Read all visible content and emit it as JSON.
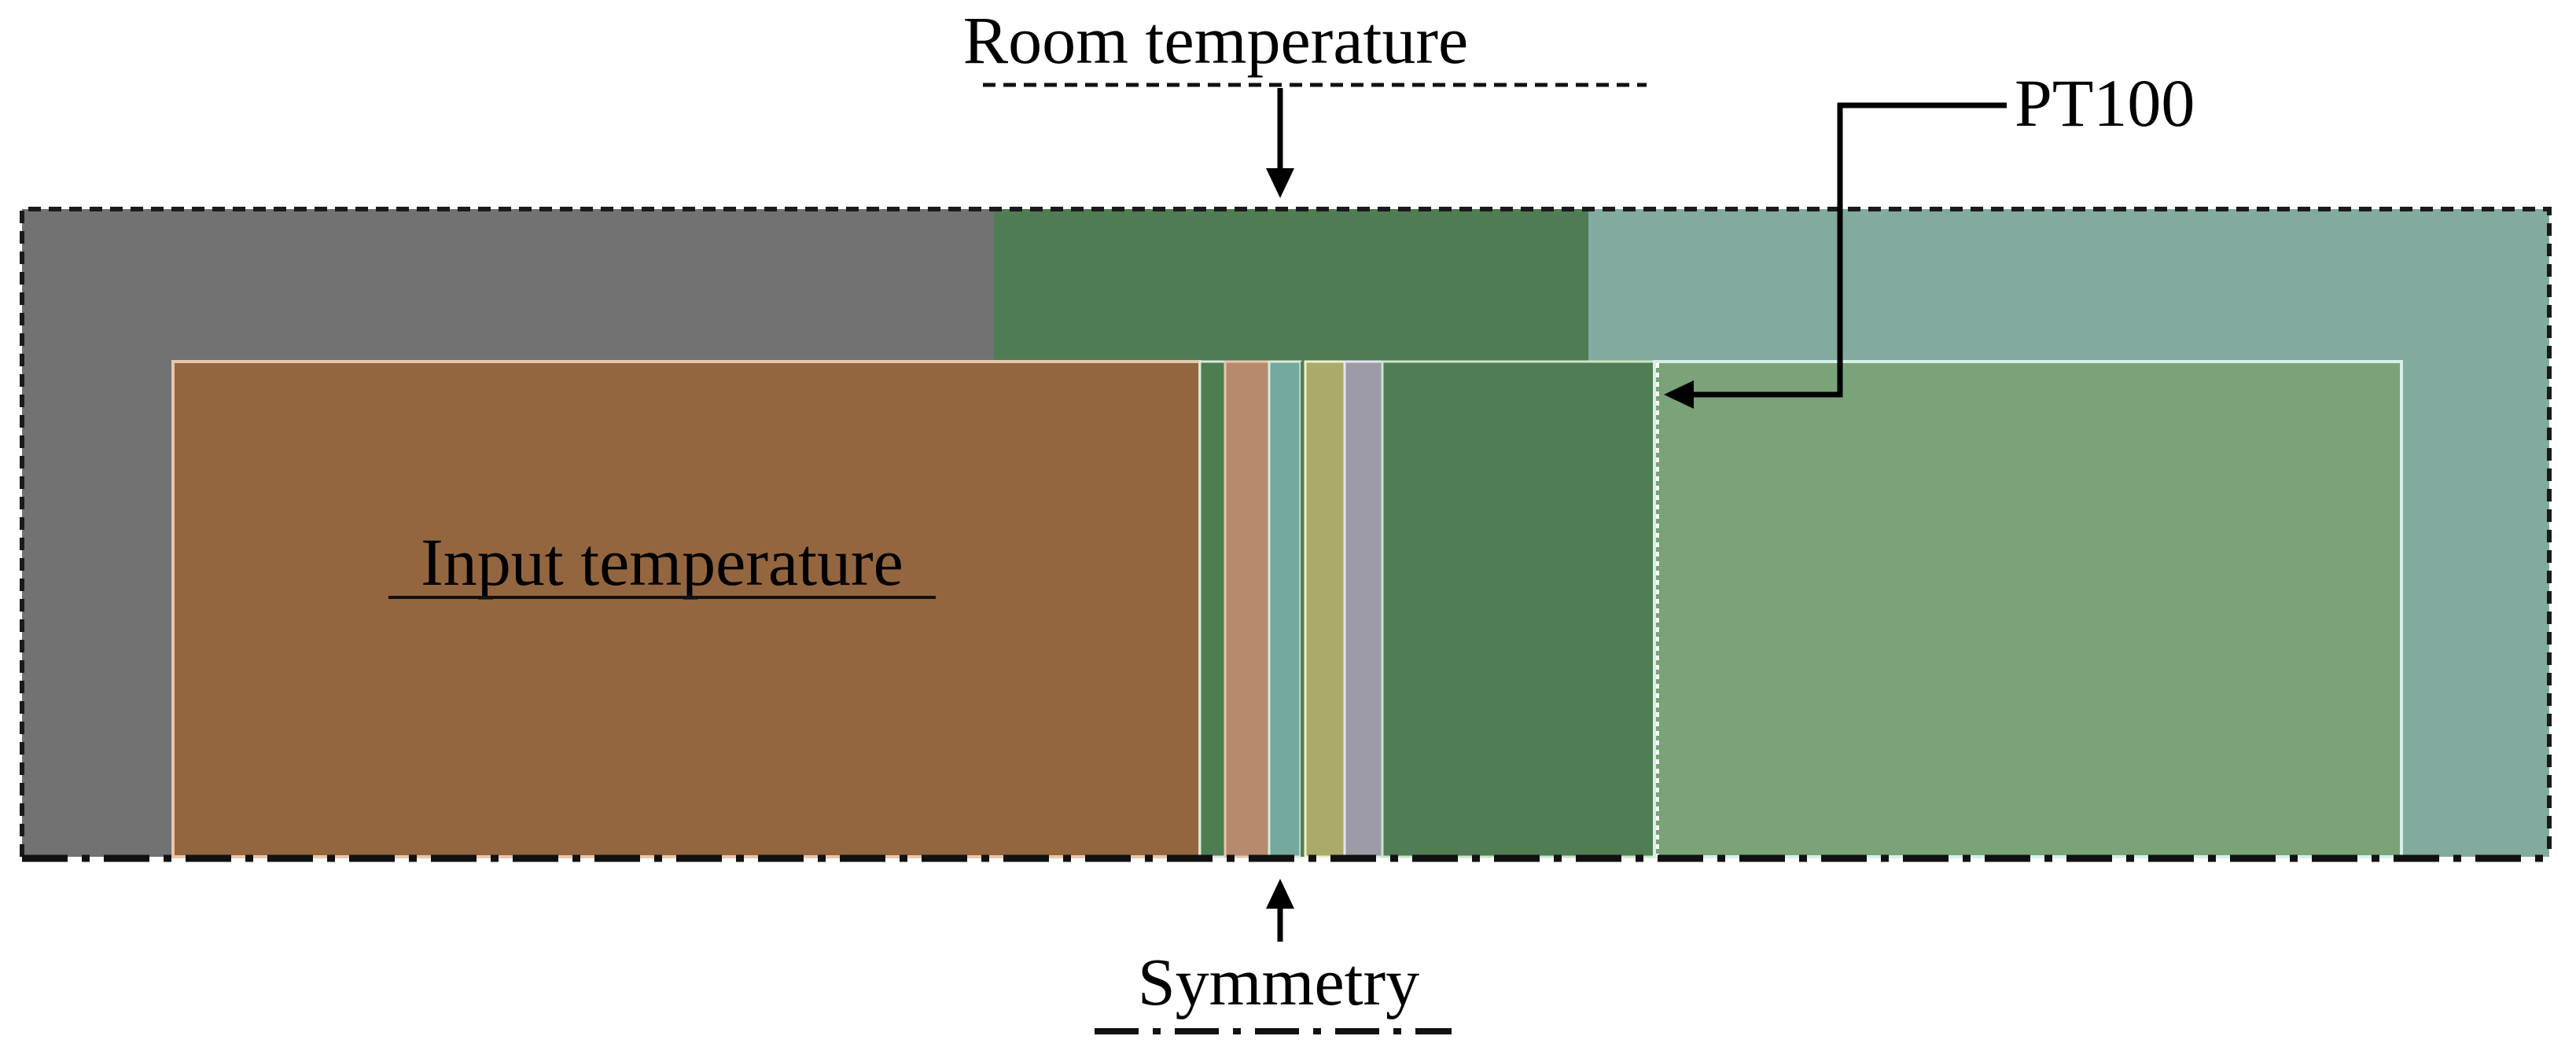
{
  "labels": {
    "room_temperature": "Room temperature",
    "pt100": "PT100",
    "input_temperature": "Input temperature",
    "symmetry": "Symmetry"
  },
  "colors": {
    "outer_left_gray": "#727272",
    "outer_middle_green": "#507c53",
    "outer_right_teal": "#82aa9f",
    "input_region_brown": "#946640",
    "layer_green_1": "#4e7d52",
    "layer_light_brown": "#b88a6d",
    "layer_teal": "#73a99e",
    "layer_green_2": "#4f7e56",
    "layer_olive_yellow": "#aaaa6a",
    "layer_lavender": "#9c9ba6",
    "sensor_block_green": "#507d53",
    "right_region_green": "#7aa37a",
    "boundary_line": "#1a1a1a",
    "region_outline": "#e8d8c8"
  }
}
